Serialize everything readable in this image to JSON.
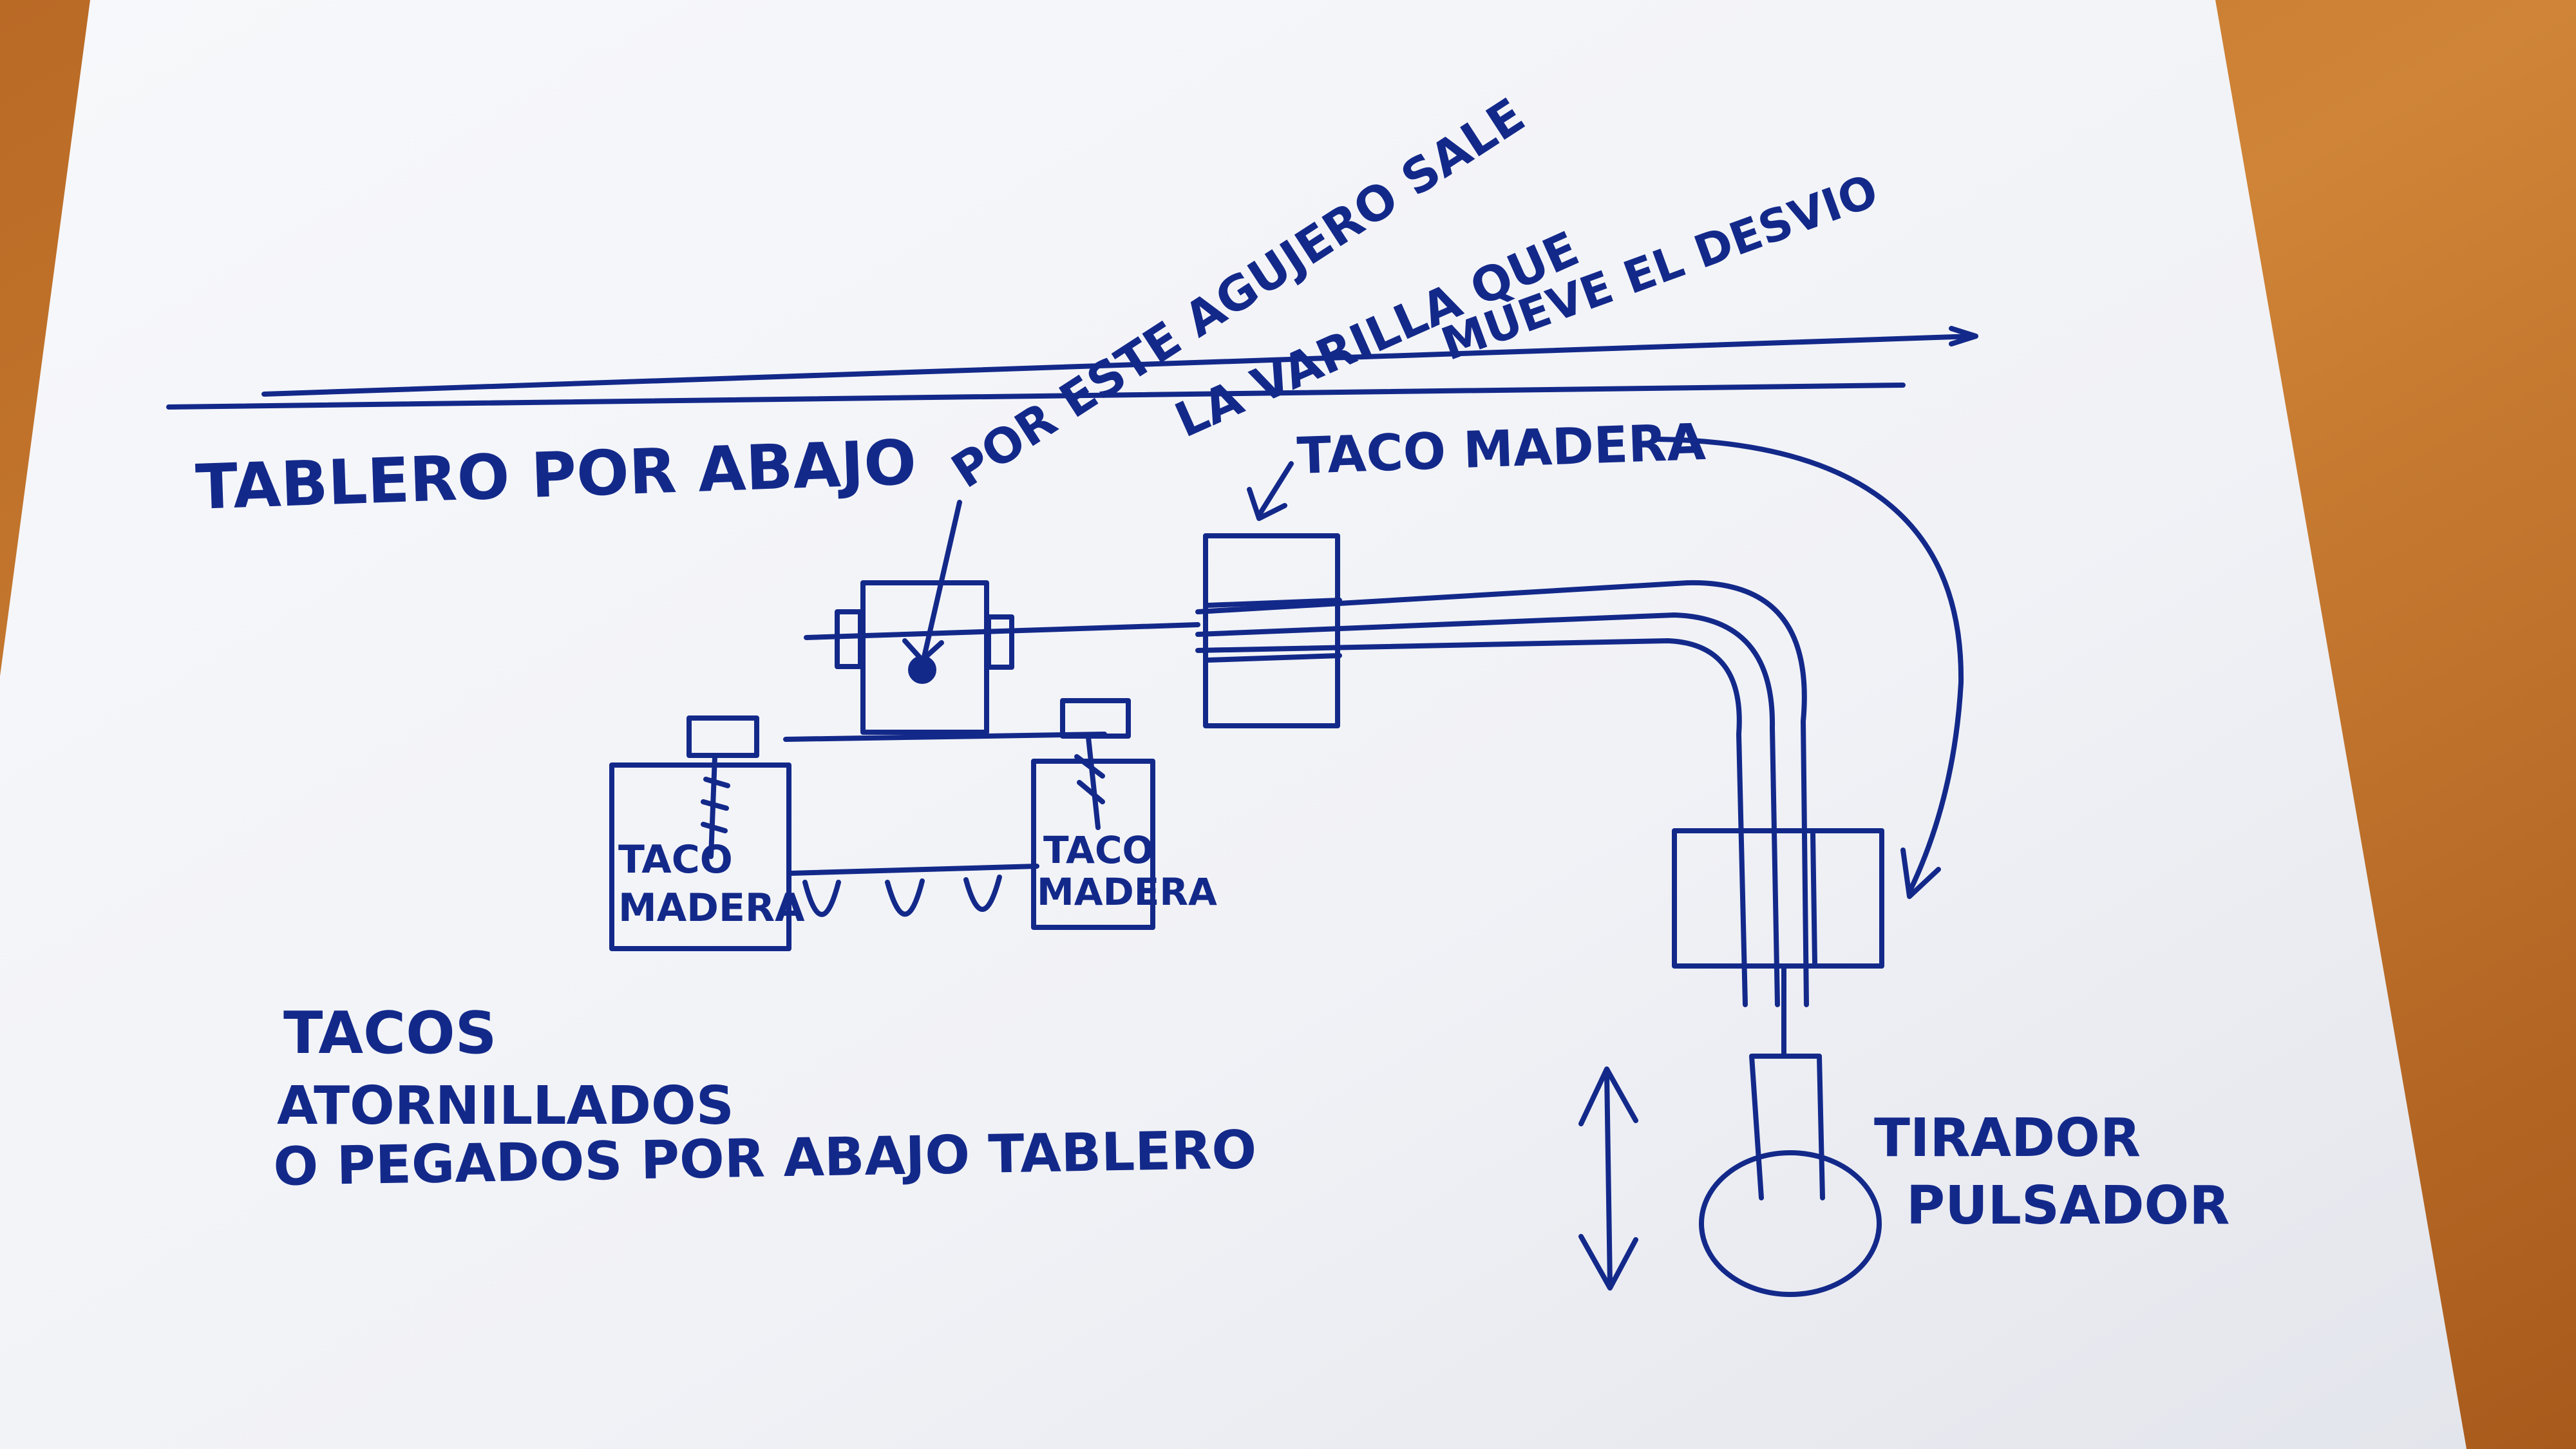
{
  "colors": {
    "table_background": "#c9782f",
    "paper": "#f4f5f8",
    "ink": "#13298a"
  },
  "labels": {
    "tablero_por_abajo": "TABLERO POR ABAJO",
    "agujero_line1": "POR ESTE AGUJERO SALE",
    "agujero_line2": "LA VARILLA QUE",
    "agujero_line3": "MUEVE EL DESVIO",
    "taco_madera_top": "TACO MADERA",
    "taco_left_line1": "TACO",
    "taco_left_line2": "MADERA",
    "taco_right_line1": "TACO",
    "taco_right_line2": "MADERA",
    "note_line1": "TACOS",
    "note_line2": "ATORNILLADOS",
    "note_line3": "O PEGADOS POR ABAJO TABLERO",
    "tirador_line1": "TIRADOR",
    "tirador_line2": "PULSADOR"
  }
}
